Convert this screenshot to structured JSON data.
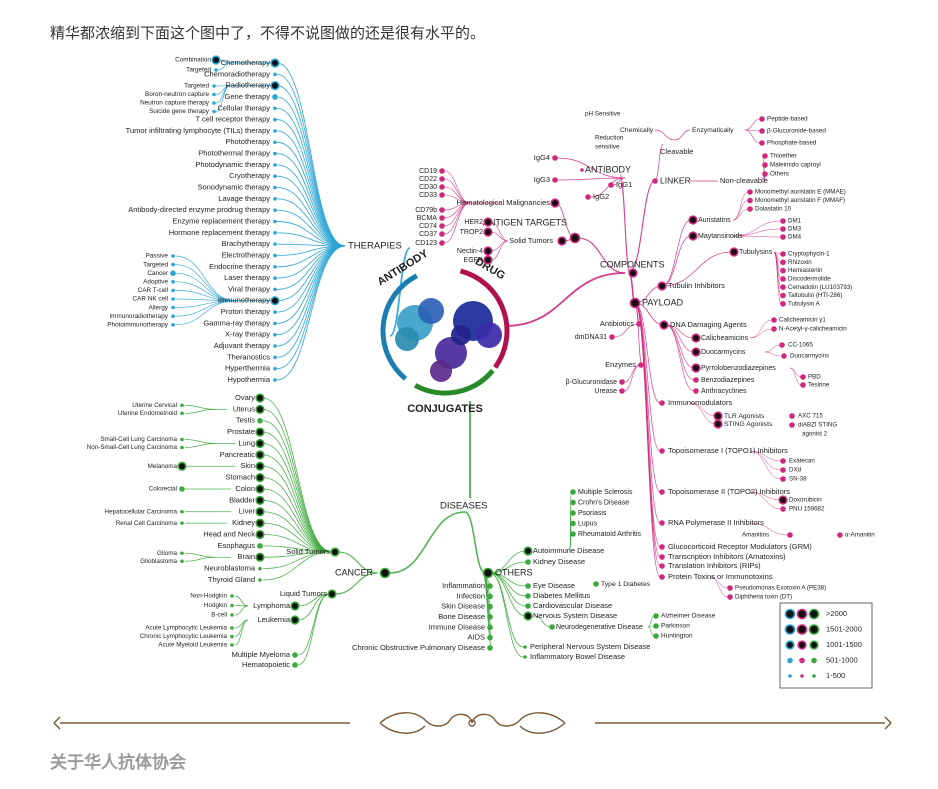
{
  "intro_text": "精华都浓缩到下面这个图中了，不得不说图做的还是很有水平的。",
  "footer_title": "关于华人抗体协会",
  "colors": {
    "therapies": "#2aa4d4",
    "diseases": "#3aa83a",
    "components": "#d0287e",
    "text": "#222222",
    "divider": "#7a5a3a"
  },
  "center": {
    "antibody": "ANTIBODY",
    "drug": "DRUG",
    "conjugates": "CONJUGATES"
  },
  "hubs": {
    "therapies": "THERAPIES",
    "components": "COMPONENTS",
    "diseases": "DISEASES",
    "cancer": "CANCER",
    "others": "OTHERS",
    "payload": "PAYLOAD",
    "linker": "LINKER",
    "antigen_targets": "ANTIGEN TARGETS",
    "antibody": "ANTIBODY"
  },
  "therapies": [
    {
      "label": "Chemotherapy",
      "size": 2,
      "subs": [
        {
          "label": "Combination",
          "size": 2
        },
        {
          "label": "Targeted",
          "size": 0
        }
      ]
    },
    {
      "label": "Chemoradiotherapy",
      "size": 0
    },
    {
      "label": "Radiotherapy",
      "size": 2,
      "subs": [
        {
          "label": "Targeted",
          "size": 0
        },
        {
          "label": "Boron-neutron capture",
          "size": 0
        },
        {
          "label": "Neutron capture therapy",
          "size": 0
        },
        {
          "label": "Suicide gene therapy",
          "size": 0
        }
      ]
    },
    {
      "label": "Gene therapy",
      "size": 1
    },
    {
      "label": "Cellular therapy",
      "size": 0
    },
    {
      "label": "T cell receptor therapy",
      "size": 0
    },
    {
      "label": "Tumor infiltrating lymphocyte (TILs) therapy",
      "size": 0
    },
    {
      "label": "Phototherapy",
      "size": 0
    },
    {
      "label": "Photothermal therapy",
      "size": 0
    },
    {
      "label": "Photodynamic therapy",
      "size": 0
    },
    {
      "label": "Cryotherapy",
      "size": 0
    },
    {
      "label": "Sonodynamic therapy",
      "size": 0
    },
    {
      "label": "Lavage therapy",
      "size": 0
    },
    {
      "label": "Antibody-directed enzyme prodrug therapy",
      "size": 0
    },
    {
      "label": "Enzyme replacement therapy",
      "size": 0
    },
    {
      "label": "Hormone replacement therapy",
      "size": 0
    },
    {
      "label": "Brachytherapy",
      "size": 0
    },
    {
      "label": "Electrotherapy",
      "size": 0
    },
    {
      "label": "Endocrine therapy",
      "size": 0
    },
    {
      "label": "Laser therapy",
      "size": 0
    },
    {
      "label": "Viral therapy",
      "size": 0
    },
    {
      "label": "Immunotherapy",
      "size": 2,
      "subs": [
        {
          "label": "Passive",
          "size": 0
        },
        {
          "label": "Targeted",
          "size": 0
        },
        {
          "label": "Cancer",
          "size": 1
        },
        {
          "label": "Adoptive",
          "size": 0
        },
        {
          "label": "CAR T-cell",
          "size": 0
        },
        {
          "label": "CAR NK cell",
          "size": 0
        },
        {
          "label": "Allergy",
          "size": 0
        },
        {
          "label": "Immunoradiotherapy",
          "size": 0
        },
        {
          "label": "Photoimmunotherapy",
          "size": 0
        }
      ]
    },
    {
      "label": "Proton therapy",
      "size": 0
    },
    {
      "label": "Gamma-ray therapy",
      "size": 0
    },
    {
      "label": "X-ray therapy",
      "size": 0
    },
    {
      "label": "Adjuvant therapy",
      "size": 0
    },
    {
      "label": "Theranostics",
      "size": 0
    },
    {
      "label": "Hyperthermia",
      "size": 0
    },
    {
      "label": "Hypothermia",
      "size": 0
    }
  ],
  "solid_tumors": {
    "label": "Solid Tumors",
    "items": [
      {
        "label": "Ovary",
        "size": 2
      },
      {
        "label": "Uterus",
        "size": 2,
        "subs": [
          {
            "label": "Uterine Cervical",
            "size": 0
          },
          {
            "label": "Uterine Endometrioid",
            "size": 0
          }
        ]
      },
      {
        "label": "Testis",
        "size": 1
      },
      {
        "label": "Prostate",
        "size": 2
      },
      {
        "label": "Lung",
        "size": 2,
        "subs": [
          {
            "label": "Small-Cell Lung Carcinoma",
            "size": 0
          },
          {
            "label": "Non-Small-Cell Lung Carcinoma",
            "size": 0
          }
        ]
      },
      {
        "label": "Pancreatic",
        "size": 2
      },
      {
        "label": "Skin",
        "size": 2,
        "subs": [
          {
            "label": "Melanoma",
            "size": 2
          }
        ]
      },
      {
        "label": "Stomach",
        "size": 2
      },
      {
        "label": "Colon",
        "size": 2,
        "subs": [
          {
            "label": "Colorectal",
            "size": 1
          }
        ]
      },
      {
        "label": "Bladder",
        "size": 2
      },
      {
        "label": "Liver",
        "size": 2,
        "subs": [
          {
            "label": "Hepatocellular Carcinoma",
            "size": 0
          }
        ]
      },
      {
        "label": "Kidney",
        "size": 2,
        "subs": [
          {
            "label": "Renal Cell Carcinoma",
            "size": 0
          }
        ]
      },
      {
        "label": "Head and Neck",
        "size": 2
      },
      {
        "label": "Esophagus",
        "size": 1
      },
      {
        "label": "Brain",
        "size": 2,
        "subs": [
          {
            "label": "Glioma",
            "size": 0
          },
          {
            "label": "Glioblastoma",
            "size": 0
          }
        ]
      },
      {
        "label": "Neuroblastoma",
        "size": 0
      },
      {
        "label": "Thyroid Gland",
        "size": 0
      }
    ]
  },
  "liquid_tumors": {
    "label": "Liquid Tumors",
    "items": [
      {
        "label": "Lymphoma",
        "size": 2,
        "subs": [
          {
            "label": "Non-Hodgkin",
            "size": 0
          },
          {
            "label": "Hodgkin",
            "size": 0
          },
          {
            "label": "B-cell",
            "size": 0
          }
        ]
      },
      {
        "label": "Leukemia",
        "size": 2,
        "subs": [
          {
            "label": "Acute Lymphocytic Leukemia",
            "size": 0
          },
          {
            "label": "Chronic Lymphocytic Leukemia",
            "size": 0
          },
          {
            "label": "Acute Myeloid Leukemia",
            "size": 0
          }
        ]
      },
      {
        "label": "Multiple Myeloma",
        "size": 1
      },
      {
        "label": "Hematopoietic",
        "size": 1
      }
    ]
  },
  "others_left": [
    "Inflammation",
    "Infection",
    "Skin Disease",
    "Bone Disease",
    "Immune Disease",
    "AIDS",
    "Chronic Obstructive Pulmonary Disease"
  ],
  "others_right": [
    {
      "label": "Autoimmune Disease",
      "size": 2,
      "subs": [
        "Multiple Sclerosis",
        "Crohn's Disease",
        "Psoriasis",
        "Lupus",
        "Rheumatoid Arthritis"
      ]
    },
    {
      "label": "Kidney Disease",
      "size": 1
    },
    {
      "label": "Eye Disease",
      "size": 1,
      "subs": [
        "Type 1 Diabetes"
      ]
    },
    {
      "label": "Diabetes Mellitus",
      "size": 1
    },
    {
      "label": "Cardiovascular Disease",
      "size": 1
    },
    {
      "label": "Nervous System Disease",
      "size": 2,
      "subs": [
        "Neurodegenerative Disease"
      ],
      "subs2": [
        "Alzheimer Disease",
        "Parkinson",
        "Huntington"
      ]
    },
    {
      "label": "Peripheral Nervous System Disease",
      "size": 0
    },
    {
      "label": "Inflammatory Bowel Disease",
      "size": 0
    }
  ],
  "antibody_items": [
    {
      "label": "IgG4",
      "size": 1
    },
    {
      "label": "IgG3",
      "size": 1
    },
    {
      "label": "IgG2",
      "size": 1
    },
    {
      "label": "IgG1",
      "size": 1
    }
  ],
  "antigen_items": {
    "hematological": {
      "label": "Hematological Malignancies",
      "items": [
        "CD19",
        "CD22",
        "CD30",
        "CD33",
        "CD79b",
        "BCMA",
        "CD74",
        "CD37",
        "CD123"
      ]
    },
    "solid": {
      "label": "Solid Tumors",
      "items": [
        "HER2",
        "TROP2",
        "Nectin-4",
        "EGFR"
      ]
    }
  },
  "linker": {
    "cleavable": {
      "label": "Cleavable",
      "chemically": "Chemically",
      "enzymatically": "Enzymatically",
      "chem_items": [
        "pH Sensitive",
        "Reduction sensitive"
      ],
      "enz_items": [
        "Peptide-based",
        "β-Glucuronide-based",
        "Phosphate-based"
      ]
    },
    "noncleavable": {
      "label": "Non-cleavable",
      "items": [
        "Thioether",
        "Maleimido caproyl",
        "Others"
      ]
    }
  },
  "payload_tubulin": {
    "label": "Tubulin Inhibitors",
    "groups": [
      {
        "label": "Auristatins",
        "items": [
          "Monomethyl auristatin E (MMAE)",
          "Monomethyl auristatin F (MMAF)",
          "Dolastatin 10"
        ]
      },
      {
        "label": "Maytansinoids",
        "items": [
          "DM1",
          "DM3",
          "DM4"
        ]
      },
      {
        "label": "Tubulysins",
        "items": [
          "Cryptophycin-1",
          "Rhizoxin",
          "Hemiasterlin",
          "Discodermolide",
          "Cemadotin (LU103793)",
          "Taltobulin (HTI-286)",
          "Tubulysin A"
        ]
      }
    ]
  },
  "payload_dna": {
    "label": "DNA Damaging Agents",
    "groups": [
      {
        "label": "Calicheamicins",
        "items": [
          "Calicheamicin γ1",
          "N-Acetyl-γ-calicheamicin"
        ]
      },
      {
        "label": "Duocarmycins",
        "items": [
          "CC-1065",
          "Duocarmycins"
        ]
      },
      {
        "label": "Pyrrolobenzodiazepines",
        "items": [
          "PBD",
          "Tesirine"
        ]
      },
      {
        "label": "Benzodiazepines",
        "items": []
      },
      {
        "label": "Anthracyclines",
        "items": []
      }
    ]
  },
  "payload_left": [
    "Antibiotics",
    "dmDNA31",
    "Enzymes",
    "β-Glucuronidase",
    "Urease"
  ],
  "payload_others": [
    {
      "label": "Immunomodulators",
      "groups": [
        {
          "label": "TLR Agonists",
          "items": [
            "AXC 715"
          ]
        },
        {
          "label": "STING Agonists",
          "items": [
            "diABZI STING agonist 2"
          ]
        }
      ]
    },
    {
      "label": "Topoisomerase I (TOPO1) Inhibitors",
      "items": [
        "Exatecan",
        "DXd",
        "SN-38"
      ]
    },
    {
      "label": "Topoisomerase II (TOPO2) Inhibitors",
      "items": [
        "Doxorubicin",
        "PNU 159682"
      ]
    },
    {
      "label": "RNA Polymerase II Inhibitors",
      "items": [
        "Amanitins",
        "α-Amanitin"
      ]
    },
    {
      "label": "Glucocorticoid Receptor Modulators (GRM)",
      "items": []
    },
    {
      "label": "Transcription Inhibitors (Amatoxins)",
      "items": []
    },
    {
      "label": "Translation Inhibitors (RIPs)",
      "items": []
    },
    {
      "label": "Protein Toxins or Immunotoxins",
      "items": [
        "Pseudomonas Exotoxin A (PE38)",
        "Diphtheria toxin (DT)"
      ]
    }
  ],
  "legend": [
    ">2000",
    "1501-2000",
    "1001-1500",
    "501-1000",
    "1-500"
  ]
}
